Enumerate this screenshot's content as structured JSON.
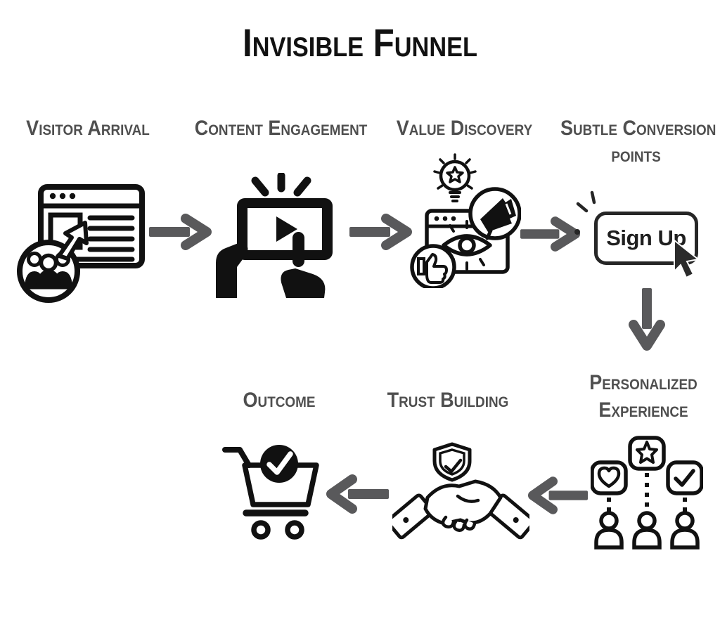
{
  "title": "Invisible Funnel",
  "colors": {
    "background": "#ffffff",
    "title_text": "#111111",
    "label_text": "#4f4f4f",
    "arrow": "#59595b",
    "icon_stroke": "#111111"
  },
  "diagram": {
    "type": "flow",
    "stages": [
      {
        "id": "visitor-arrival",
        "label": "Visitor Arrival",
        "icon": "website-audience-icon"
      },
      {
        "id": "content-engagement",
        "label": "Content Engagement",
        "icon": "tablet-play-tap-icon"
      },
      {
        "id": "value-discovery",
        "label": "Value Discovery",
        "icon": "webpage-eye-idea-megaphone-icon"
      },
      {
        "id": "subtle-conversion-points",
        "label": "Subtle Conversion points",
        "label_lines": [
          "Subtle Conversion",
          "points"
        ],
        "button_label": "Sign Up",
        "icon": "signup-button-cursor-icon"
      },
      {
        "id": "personalized-experience",
        "label": "Personalized Experience",
        "label_lines": [
          "Personalized",
          "Experience"
        ],
        "icon": "users-preferences-icon"
      },
      {
        "id": "trust-building",
        "label": "Trust Building",
        "icon": "handshake-shield-icon"
      },
      {
        "id": "outcome",
        "label": "Outcome",
        "icon": "cart-check-icon"
      }
    ],
    "connections": [
      {
        "from": "Visitor Arrival",
        "to": "Content Engagement",
        "direction": "right"
      },
      {
        "from": "Content Engagement",
        "to": "Value Discovery",
        "direction": "right"
      },
      {
        "from": "Value Discovery",
        "to": "Subtle Conversion points",
        "direction": "right"
      },
      {
        "from": "Subtle Conversion points",
        "to": "Personalized Experience",
        "direction": "down"
      },
      {
        "from": "Personalized Experience",
        "to": "Trust Building",
        "direction": "left"
      },
      {
        "from": "Trust Building",
        "to": "Outcome",
        "direction": "left"
      }
    ]
  }
}
